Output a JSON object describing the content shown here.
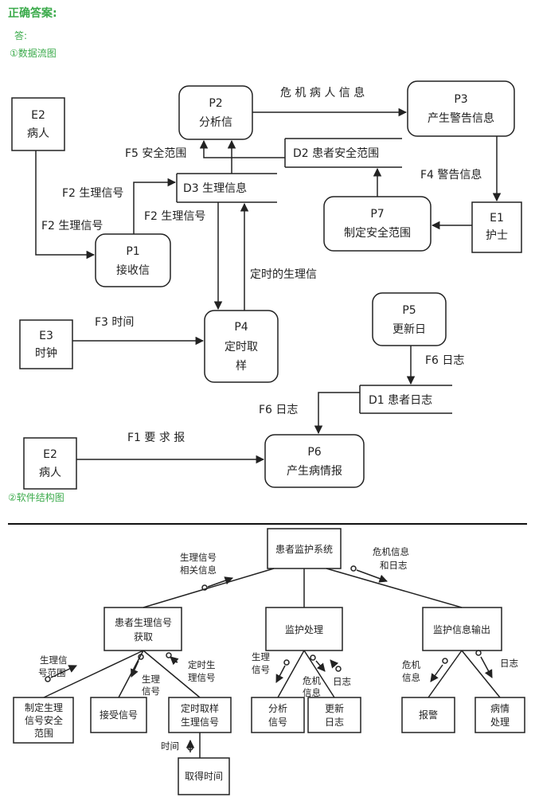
{
  "header": {
    "title": "正确答案:",
    "answer": "答:",
    "section1": "①数据流图",
    "section2": "②软件结构图"
  },
  "dfd": {
    "entities": {
      "e2_top": [
        "E2",
        "病人"
      ],
      "e3": [
        "E3",
        "时钟"
      ],
      "e2_bottom": [
        "E2",
        "病人"
      ],
      "e1": [
        "E1",
        "护士"
      ]
    },
    "processes": {
      "p1": [
        "P1",
        "接收信"
      ],
      "p2": [
        "P2",
        "分析信"
      ],
      "p3": [
        "P3",
        "产生警告信息"
      ],
      "p4": [
        "P4",
        "定时取",
        "样"
      ],
      "p5": [
        "P5",
        "更新日"
      ],
      "p6": [
        "P6",
        "产生病情报"
      ],
      "p7": [
        "P7",
        "制定安全范围"
      ]
    },
    "stores": {
      "d1": "D1 患者日志",
      "d2": "D2 患者安全范围",
      "d3": "D3 生理信息"
    },
    "flows": {
      "critical": "危 机 病 人 信 息",
      "f5": "F5 安全范围",
      "f4": "F4 警告信息",
      "f2a": "F2 生理信号",
      "f2b": "F2 生理信号",
      "f2c": "F2 生理信号",
      "timed": "定时的生理信",
      "f3": "F3 时间",
      "f6a": "F6 日志",
      "f6b": "F6 日志",
      "f1": "F1   要 求 报"
    }
  },
  "structure": {
    "root": "患者监护系统",
    "acq": [
      "患者生理信号",
      "获取"
    ],
    "proc": "监护处理",
    "out": "监护信息输出",
    "leaves": {
      "range": [
        "制定生理",
        "信号安全",
        "范围"
      ],
      "recv": "接受信号",
      "sample": [
        "定时取样",
        "生理信号"
      ],
      "time": "取得时间",
      "analyze": [
        "分析",
        "信号"
      ],
      "update": [
        "更新",
        "日志"
      ],
      "alarm": "报警",
      "report": [
        "病情",
        "处理"
      ]
    },
    "labels": {
      "phys_rel": [
        "生理信号",
        "相关信息"
      ],
      "crit_log": [
        "危机信息",
        "和日志"
      ],
      "range_lbl": [
        "生理信",
        "号范围"
      ],
      "sig": [
        "生理",
        "信号"
      ],
      "timed_sig": [
        "定时生",
        "理信号"
      ],
      "time_lbl": "时间",
      "proc_sig": [
        "生理",
        "信号"
      ],
      "proc_crit": [
        "危机",
        "信息"
      ],
      "proc_log": "日志",
      "out_crit": [
        "危机",
        "信息"
      ],
      "out_log": "日志"
    }
  }
}
